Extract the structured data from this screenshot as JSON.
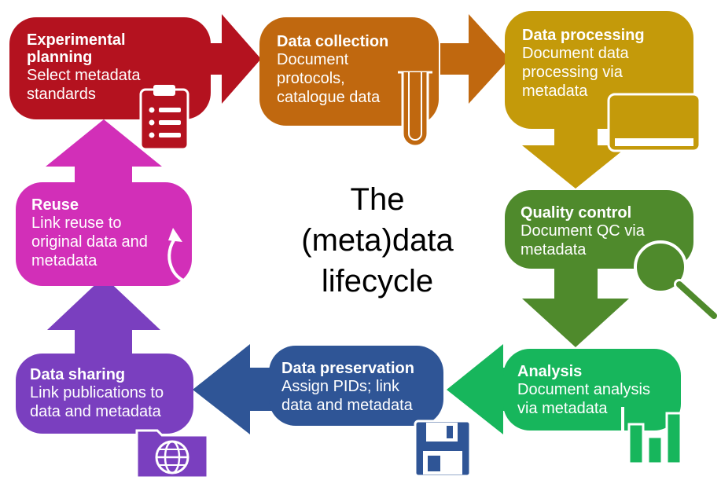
{
  "center": {
    "line1": "The",
    "line2": "(meta)data",
    "line3": "lifecycle"
  },
  "stages": {
    "planning": {
      "title": "Experimental planning",
      "text": "Select metadata standards",
      "color": "#b4121f",
      "icon": "clipboard-icon"
    },
    "collection": {
      "title": "Data collection",
      "text": "Document protocols, catalogue data",
      "color": "#c0680f",
      "icon": "test-tube-icon"
    },
    "processing": {
      "title": "Data processing",
      "text": "Document data processing via metadata",
      "color": "#c49a0a",
      "icon": "monitor-icon"
    },
    "quality": {
      "title": "Quality control",
      "text": "Document QC via metadata",
      "color": "#4f8a2c",
      "icon": "magnifier-icon"
    },
    "analysis": {
      "title": "Analysis",
      "text": "Document analysis via metadata",
      "color": "#17b65c",
      "icon": "bar-chart-icon"
    },
    "preservation": {
      "title": "Data preservation",
      "text": "Assign PIDs; link data and metadata",
      "color": "#2f5596",
      "icon": "floppy-disk-icon"
    },
    "sharing": {
      "title": "Data sharing",
      "text": "Link publications to data and metadata",
      "color": "#7a3fbf",
      "icon": "globe-folder-icon"
    },
    "reuse": {
      "title": "Reuse",
      "text": "Link reuse to original data and metadata",
      "color": "#d22fb8",
      "icon": "recycle-icon"
    }
  }
}
